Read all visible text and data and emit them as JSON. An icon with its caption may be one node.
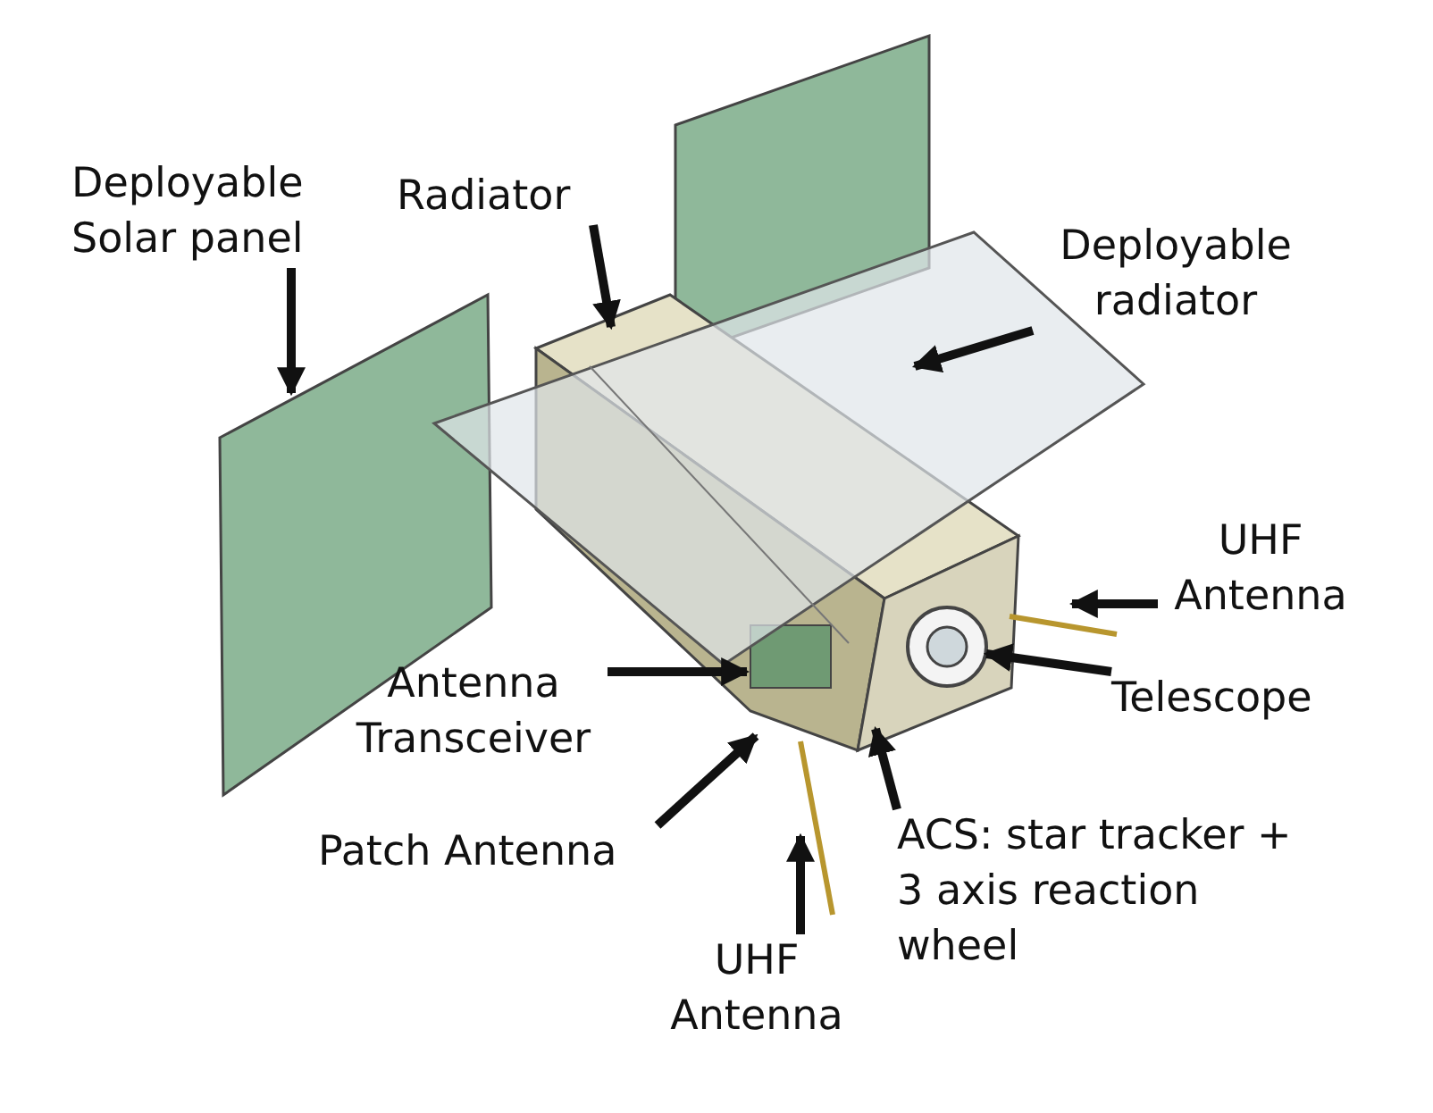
{
  "diagram": {
    "nodes": [
      {
        "text": [
          "Deployable Solar panel"
        ]
      },
      {
        "text": [
          "Radiator"
        ]
      },
      {
        "text": [
          "Deployable radiator"
        ]
      },
      {
        "text": [
          "UHF Antenna"
        ]
      },
      {
        "text": [
          "Telescope"
        ]
      },
      {
        "text": [
          "Antenna Transceiver"
        ]
      },
      {
        "text": [
          "Patch Antenna"
        ]
      },
      {
        "text": [
          "ACS: star tracker + 3 axis reaction wheel"
        ]
      },
      {
        "text": [
          "UHF Antenna"
        ]
      }
    ],
    "edges": [
      {
        "from": 0,
        "to": null,
        "arrow": "to"
      },
      {
        "from": 1,
        "to": null,
        "arrow": "to"
      },
      {
        "from": 2,
        "to": null,
        "arrow": "to"
      },
      {
        "from": 3,
        "to": null,
        "arrow": "to"
      },
      {
        "from": 4,
        "to": null,
        "arrow": "to"
      },
      {
        "from": 5,
        "to": null,
        "arrow": "to"
      },
      {
        "from": 6,
        "to": null,
        "arrow": "to"
      },
      {
        "from": 7,
        "to": null,
        "arrow": "to"
      },
      {
        "from": 8,
        "to": null,
        "arrow": "to"
      }
    ]
  }
}
